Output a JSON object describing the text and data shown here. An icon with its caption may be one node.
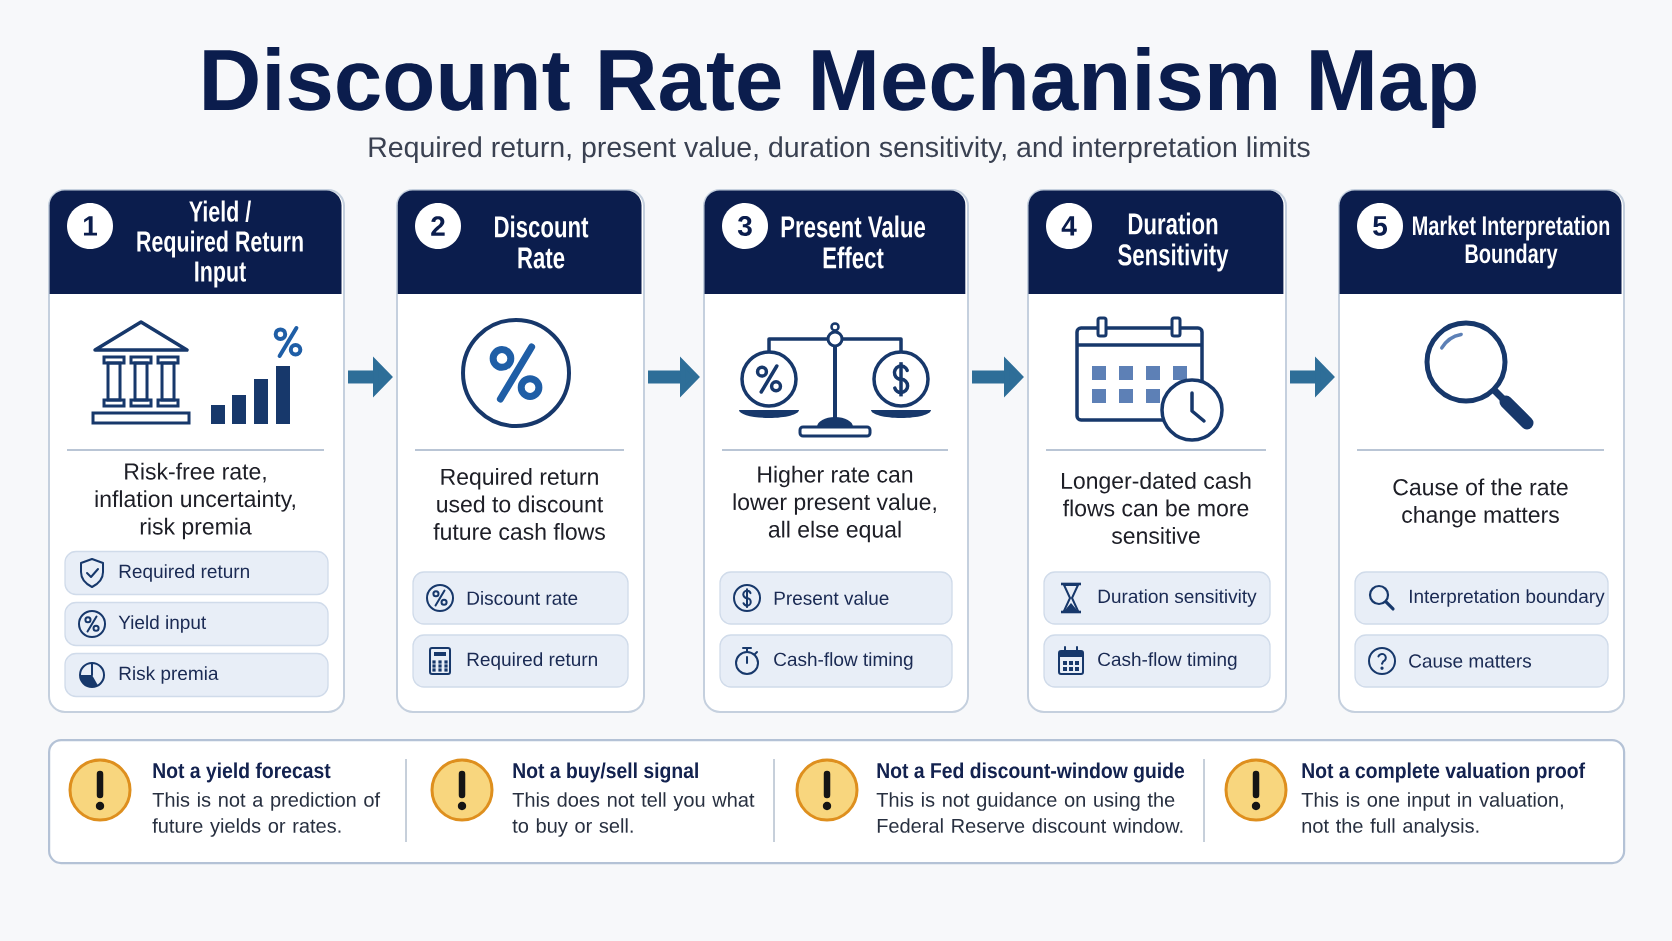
{
  "diagram": {
    "title": "Discount Rate Mechanism Map",
    "nodes": [
      {
        "text": [
          "Yield / Required Return Input",
          "Risk-free rate, inflation uncertainty, risk premia"
        ]
      },
      {
        "text": [
          "1"
        ],
        "in": 0
      },
      {
        "text": [
          "Required return"
        ],
        "in": 0
      },
      {
        "text": [
          "Yield input"
        ],
        "in": 0
      },
      {
        "text": [
          "Risk premia"
        ],
        "in": 0
      },
      {
        "text": [
          "Discount Rate",
          "Required return used to discount future cash flows"
        ]
      },
      {
        "text": [
          "2"
        ],
        "in": 5
      },
      {
        "text": [
          "Discount rate"
        ],
        "in": 5
      },
      {
        "text": [
          "Required return"
        ],
        "in": 5
      },
      {
        "text": [
          "Present Value Effect",
          "Higher rate can lower present value, all else equal"
        ]
      },
      {
        "text": [
          "3"
        ],
        "in": 9
      },
      {
        "text": [
          "Present value"
        ],
        "in": 9
      },
      {
        "text": [
          "Cash-flow timing"
        ],
        "in": 9
      },
      {
        "text": [
          "Duration Sensitivity",
          "Longer-dated cash flows can be more sensitive"
        ]
      },
      {
        "text": [
          "4"
        ],
        "in": 13
      },
      {
        "text": [
          "Duration sensitivity"
        ],
        "in": 13
      },
      {
        "text": [
          "Cash-flow timing"
        ],
        "in": 13
      },
      {
        "text": [
          "Market Interpretation Boundary",
          "Cause of the rate change matters"
        ]
      },
      {
        "text": [
          "5"
        ],
        "in": 17
      },
      {
        "text": [
          "Interpretation boundary"
        ],
        "in": 17
      },
      {
        "text": [
          "Cause matters"
        ],
        "in": 17
      },
      {
        "text": [],
        "shape": "box"
      },
      {
        "text": [
          "Not a yield forecast",
          "This is not a prediction of future yields or rates."
        ],
        "in": 21
      },
      {
        "text": [
          "Not a buy/sell signal",
          "This does not tell you what to buy or sell."
        ],
        "in": 21
      },
      {
        "text": [
          "Not a Fed discount-window guide",
          "This is not guidance on using the Federal Reserve discount window."
        ],
        "in": 21
      },
      {
        "text": [
          "Not a complete valuation proof",
          "This is one input in valuation, not the full analysis."
        ],
        "in": 21
      }
    ],
    "edges": [
      {
        "from": 0,
        "to": 5,
        "arrow": "to"
      },
      {
        "from": 5,
        "to": 9,
        "arrow": "to"
      },
      {
        "from": 9,
        "to": 13,
        "arrow": "to"
      },
      {
        "from": 13,
        "to": 17,
        "arrow": "to"
      }
    ],
    "labels": [
      "Required return, present value, duration sensitivity, and interpretation limits"
    ]
  }
}
